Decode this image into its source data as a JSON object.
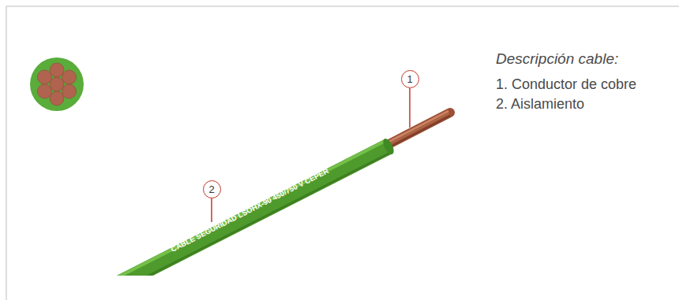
{
  "diagram": {
    "nodes": [
      {
        "text": [
          "1"
        ]
      },
      {
        "text": [
          "2"
        ]
      }
    ],
    "labels": [
      "Descripción cable:",
      "1. Conductor de cobre",
      "2. Aislamiento",
      "CABLE SEGURIDAD LSOHX-90 450/750 V CEPER"
    ]
  }
}
